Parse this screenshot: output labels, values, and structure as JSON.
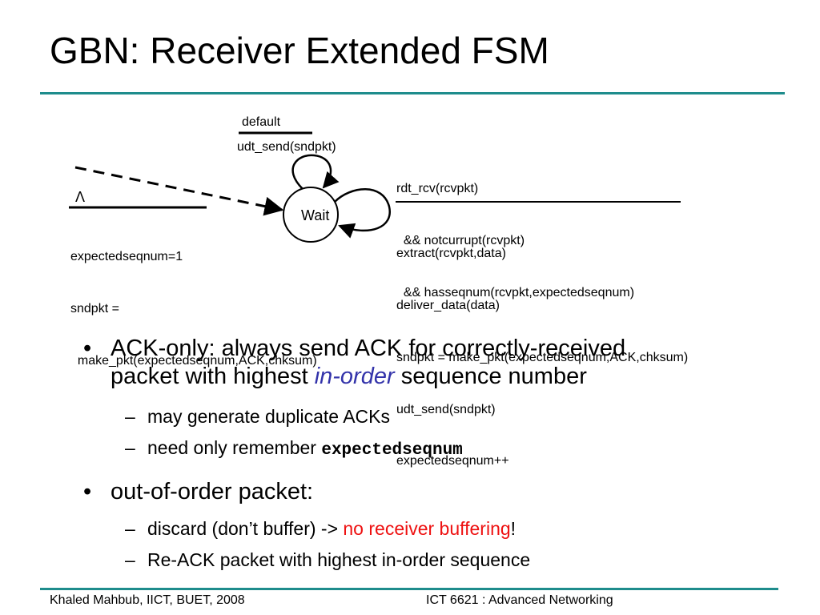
{
  "slide": {
    "title": "GBN: Receiver Extended FSM"
  },
  "fsm": {
    "state_label": "Wait",
    "init": {
      "event": "Λ",
      "actions": [
        "expectedseqnum=1",
        "sndpkt =",
        "  make_pkt(expectedseqnum,ACK,chksum)"
      ]
    },
    "default_loop": {
      "event": "default",
      "action": "udt_send(sndpkt)"
    },
    "rcv_loop": {
      "event": [
        "rdt_rcv(rcvpkt)",
        "  && notcurrupt(rcvpkt)",
        "  && hasseqnum(rcvpkt,expectedseqnum)"
      ],
      "actions": [
        "extract(rcvpkt,data)",
        "deliver_data(data)",
        "sndpkt = make_pkt(expectedseqnum,ACK,chksum)",
        "udt_send(sndpkt)",
        "expectedseqnum++"
      ]
    }
  },
  "bullets": {
    "b1": {
      "bullet": "•",
      "line1": "ACK-only: always send ACK for correctly-received",
      "line2_pre": "packet with highest ",
      "line2_em": "in-order",
      "line2_post": " sequence number",
      "sub1": "may generate duplicate ACKs",
      "sub2_pre": "need only remember ",
      "sub2_code": "expectedseqnum"
    },
    "b2": {
      "bullet": "•",
      "text": "out-of-order packet:",
      "sub1_pre": "discard (don’t buffer) -> ",
      "sub1_red": "no receiver buffering",
      "sub1_post": "!",
      "sub2": "Re-ACK packet with highest in-order sequence"
    },
    "dash": "–"
  },
  "footer": {
    "left": "Khaled Mahbub, IICT, BUET, 2008",
    "right": "ICT 6621 : Advanced Networking"
  },
  "colors": {
    "rule": "#1e8c8c",
    "emphasis_blue": "#3333aa",
    "emphasis_red": "#ee1111"
  }
}
